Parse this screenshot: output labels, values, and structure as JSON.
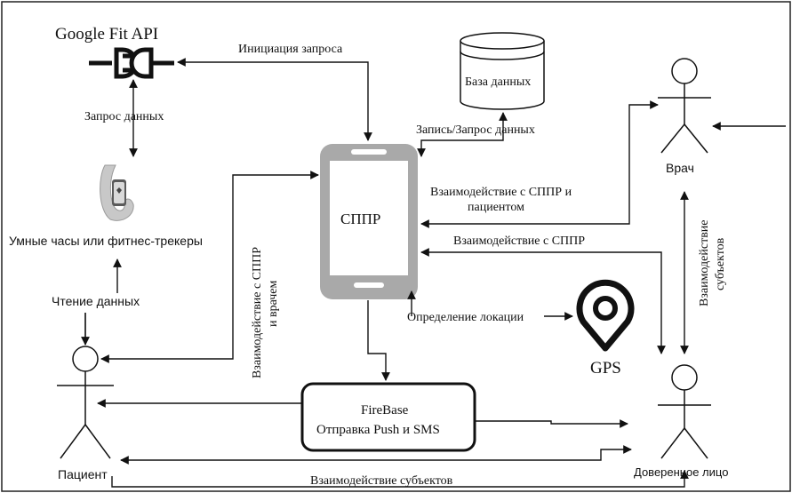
{
  "labels": {
    "google_fit": "Google Fit API",
    "initiation": "Инициация запроса",
    "database": "База данных",
    "data_request": "Запрос данных",
    "record_request": "Запись/Запрос данных",
    "sppr": "СППР",
    "doctor": "Врач",
    "interact_sppr_patient_1": "Взаимодействие с СППР и",
    "interact_sppr_patient_2": "пациентом",
    "smartwatch": "Умные часы или фитнес-трекеры",
    "interact_sppr_doctor_1": "Взаимодействие с СППР",
    "interact_sppr_doctor_2": "и врачем",
    "interact_sppr": "Взаимодействие с СППР",
    "interact_subjects_v_1": "Взаимодействие",
    "interact_subjects_v_2": "субъектов",
    "reading_data": "Чтение данных",
    "location": "Определение  локации",
    "gps": "GPS",
    "firebase_1": "FireBase",
    "firebase_2": "Отправка Push и SMS",
    "patient": "Пациент",
    "trusted_person": "Доверенное лицо",
    "interact_subjects": "Взаимодействие субъектов"
  }
}
